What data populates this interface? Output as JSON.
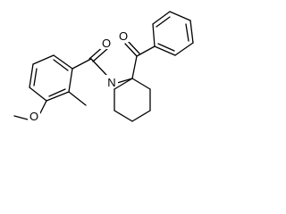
{
  "structure": {
    "atom_labels": {
      "amide_oxygen": "O",
      "amide_nitrogen": "N",
      "ketone_oxygen": "O",
      "ether_oxygen": "O"
    },
    "colors": {
      "bond": "#000000",
      "label": "#000000",
      "background": "#ffffff"
    }
  }
}
